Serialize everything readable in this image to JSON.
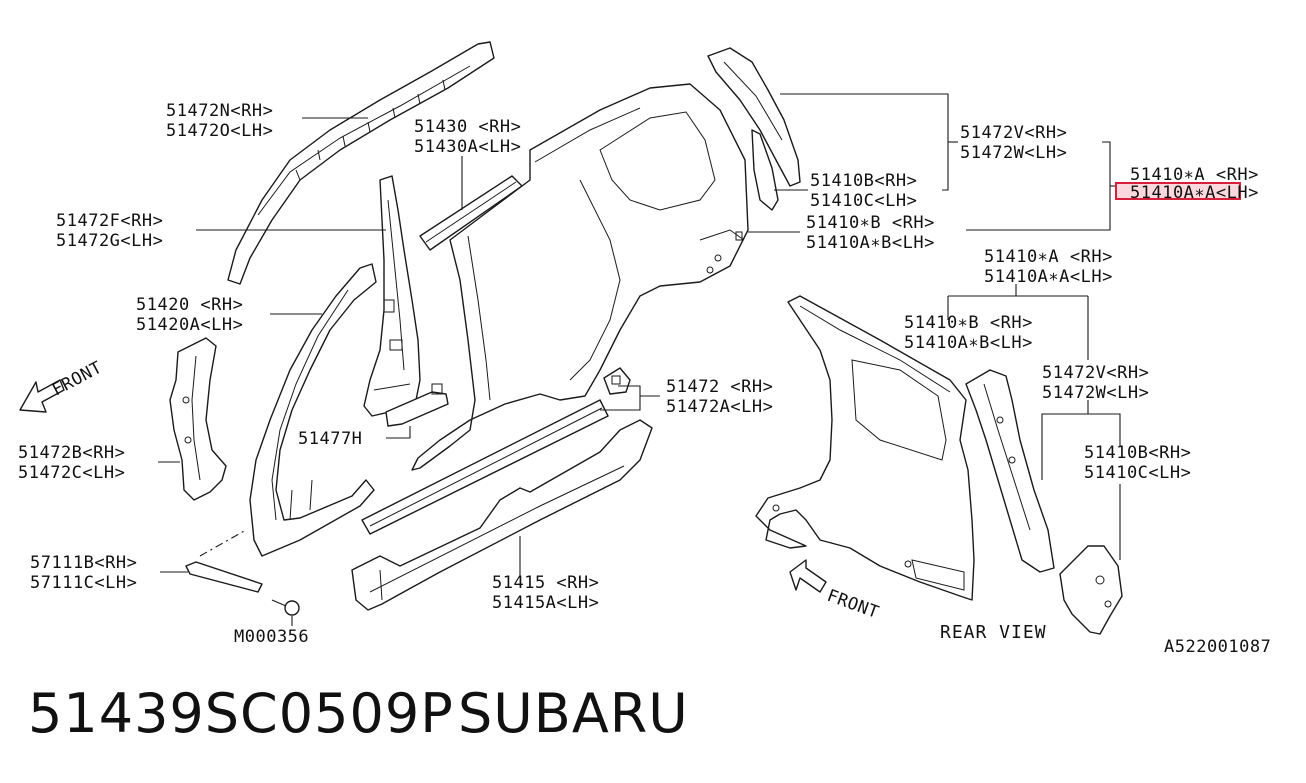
{
  "labels": {
    "l51472n": "51472N<RH>",
    "l51472o": "51472O<LH>",
    "l51430": "51430 <RH>",
    "l51430a": "51430A<LH>",
    "l51472f": "51472F<RH>",
    "l51472g": "51472G<LH>",
    "l51420": "51420 <RH>",
    "l51420a": "51420A<LH>",
    "front1": "FRONT",
    "l51472b": "51472B<RH>",
    "l51472c": "51472C<LH>",
    "l51477h": "51477H",
    "l51472": "51472 <RH>",
    "l51472a": "51472A<LH>",
    "l57111b": "57111B<RH>",
    "l57111c": "57111C<LH>",
    "lm000356": "M000356",
    "l51415": "51415 <RH>",
    "l51415a": "51415A<LH>",
    "l51472v_top": "51472V<RH>",
    "l51472w_top": "51472W<LH>",
    "l51410b_top": "51410B<RH>",
    "l51410c_top": "51410C<LH>",
    "l51410xa_top": "51410∗A <RH>",
    "l51410axa_top": "51410A∗A<LH>",
    "l51410xb_mid": "51410∗B <RH>",
    "l51410axb_mid": "51410A∗B<LH>",
    "l51410xa_rv": "51410∗A <RH>",
    "l51410axa_rv": "51410A∗A<LH>",
    "l51410xb_rv": "51410∗B <RH>",
    "l51410axb_rv": "51410A∗B<LH>",
    "l51472v_rv": "51472V<RH>",
    "l51472w_rv": "51472W<LH>",
    "l51410b_rv": "51410B<RH>",
    "l51410c_rv": "51410C<LH>",
    "front2": "FRONT",
    "rear_view": "REAR VIEW",
    "diagram_id": "A522001087"
  },
  "footer": {
    "part_number": "51439SC0509P",
    "brand": "SUBARU"
  },
  "highlight": {
    "target": "51410A∗A<LH>",
    "color": "#d61f3a"
  }
}
